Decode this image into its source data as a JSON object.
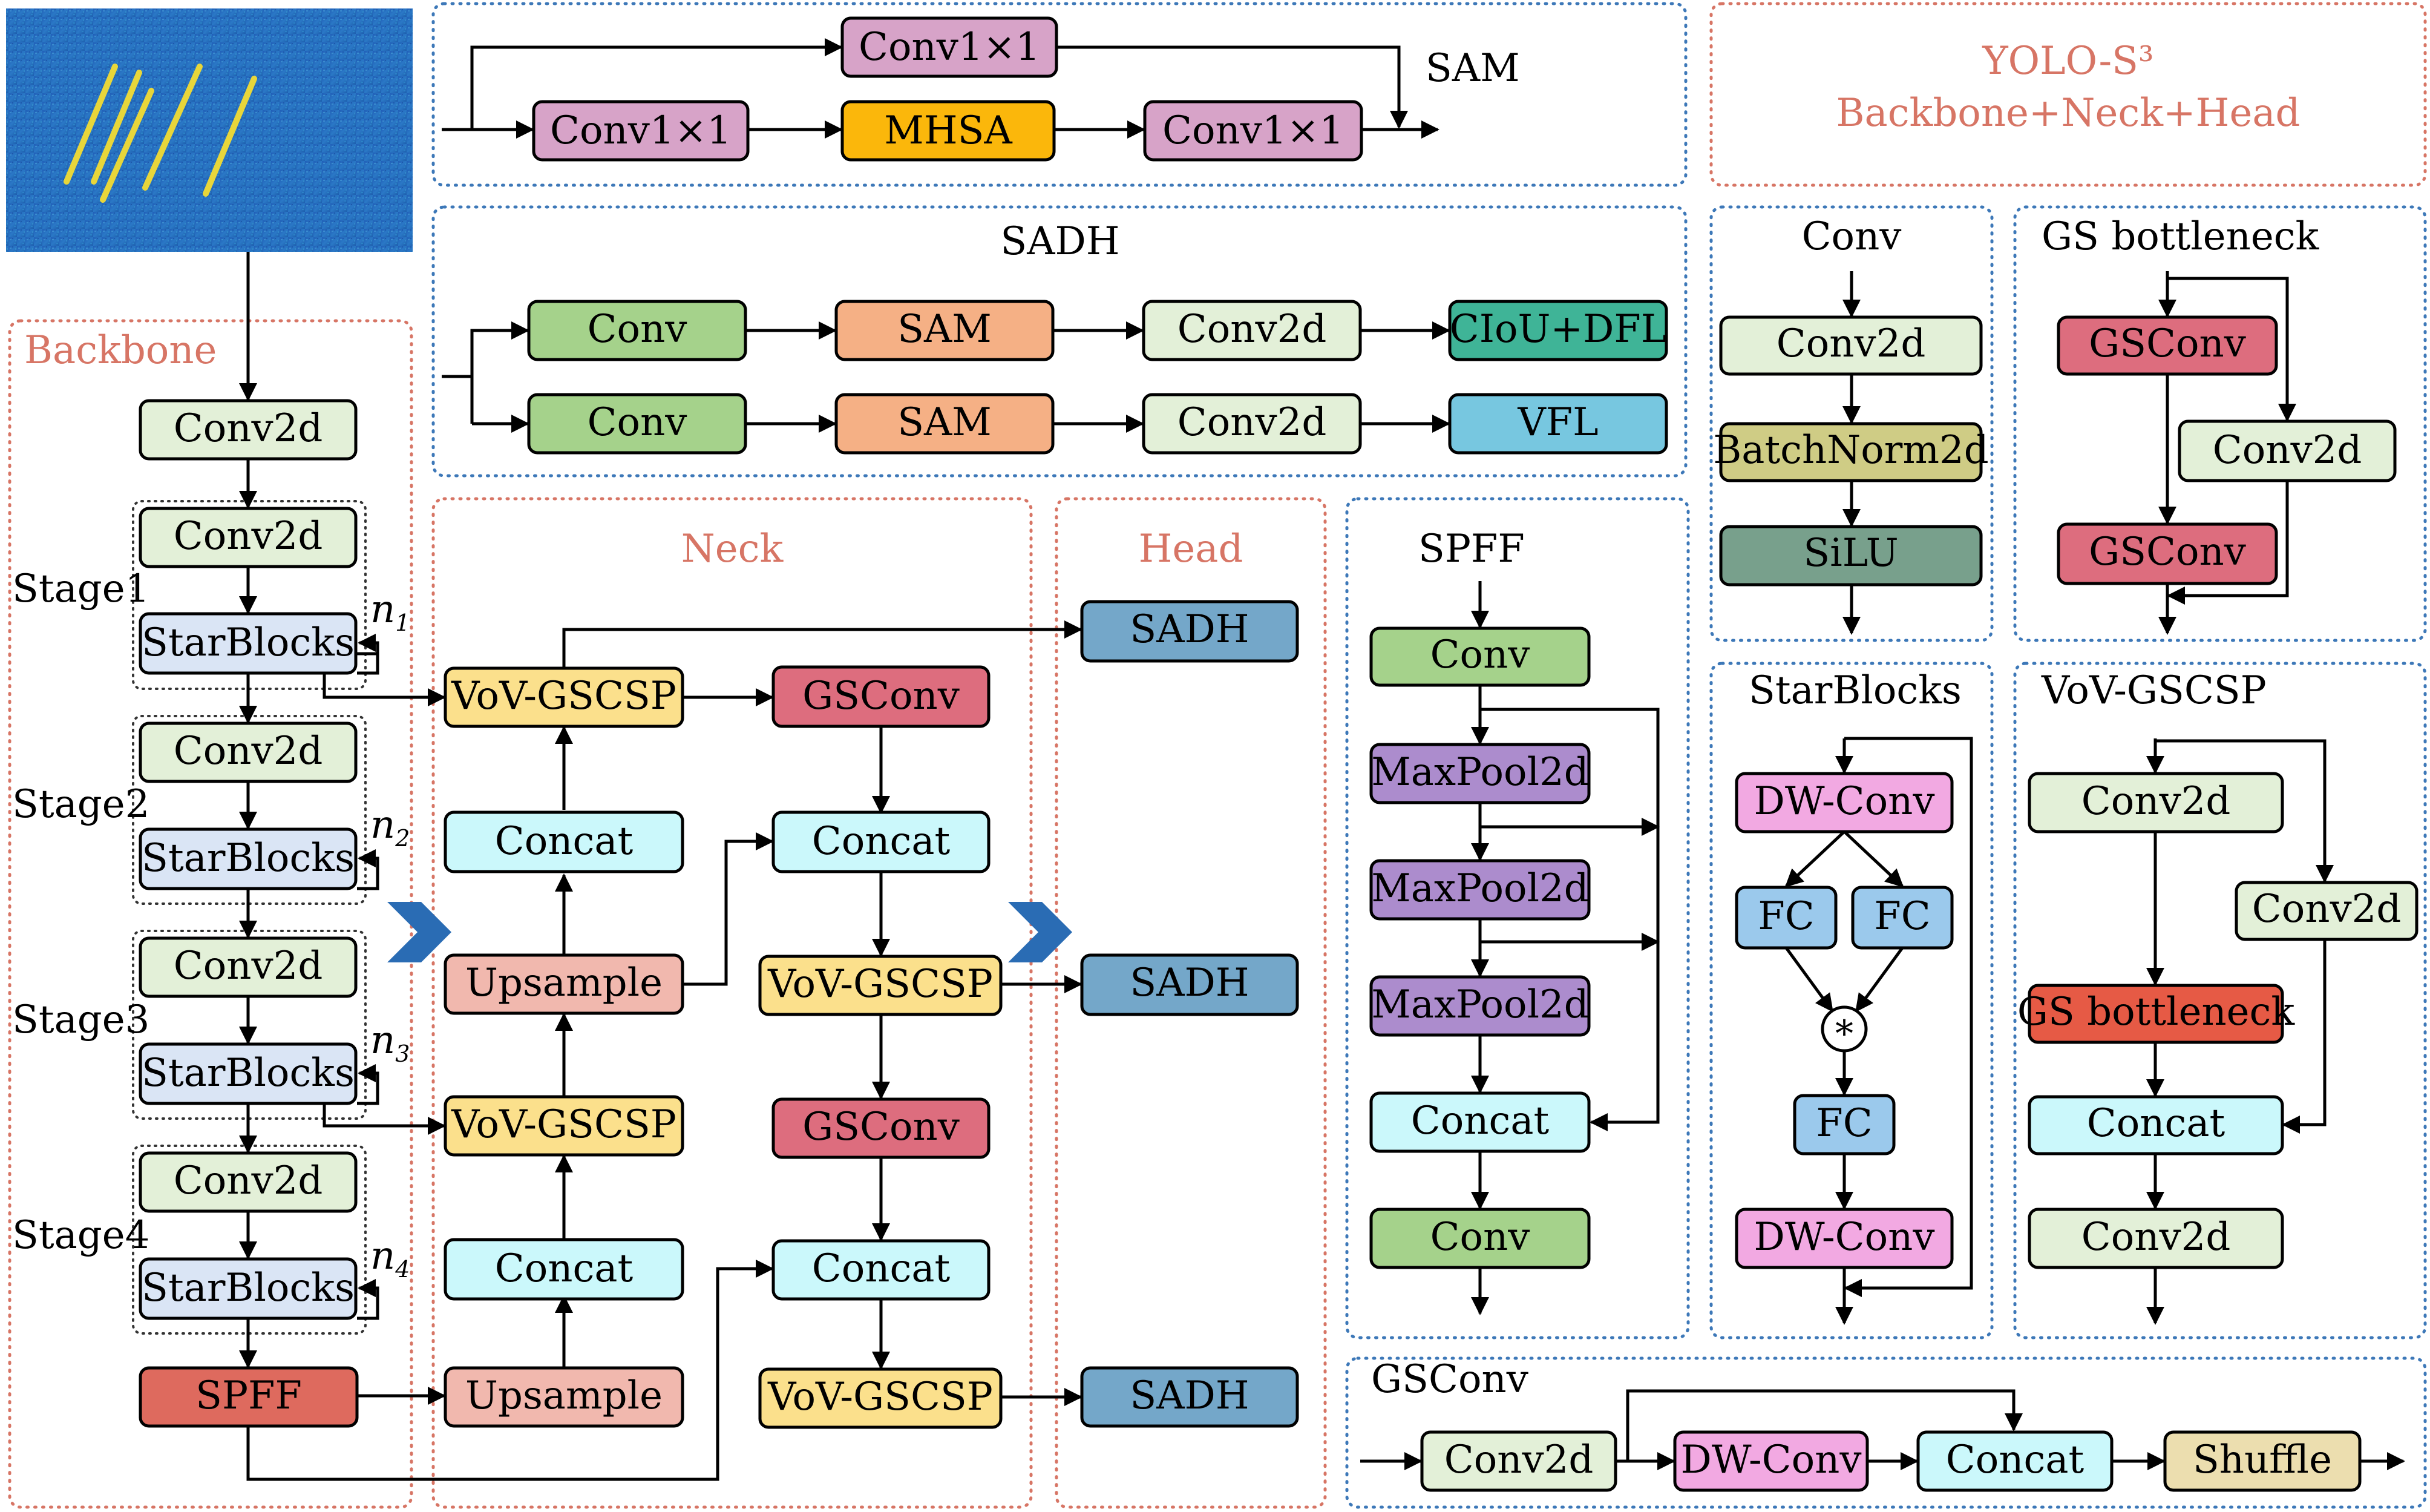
{
  "colors": {
    "conv": "#a5d28b",
    "sam": "#f5b085",
    "conv2d_light": "#e3f0d8",
    "ciou": "#3fb497",
    "vfl": "#77c7e0",
    "conv1x1": "#d7a3c8",
    "mhsa": "#fbb70b",
    "starblocks": "#dae5f5",
    "spff_box": "#de6a5e",
    "vov": "#fbe08c",
    "concat": "#cbf8fb",
    "upsample": "#f1b8ae",
    "gsconv": "#dd6d7e",
    "sadh": "#74a7c9",
    "maxpool": "#ac8ccd",
    "batchnorm": "#cfcc85",
    "silu": "#78a08c",
    "dwconv": "#f2a9e2",
    "fc": "#9bc9ec",
    "gs_bottleneck": "#e65a45",
    "shuffle": "#ecdeaf",
    "region_red": "#d77565",
    "region_blue": "#3d78b8",
    "chevron": "#2a6cb4"
  },
  "titles": {
    "yolo_line1": "YOLO-S³",
    "yolo_line2": "Backbone+Neck+Head",
    "sam": "SAM",
    "sadh": "SADH",
    "backbone": "Backbone",
    "neck": "Neck",
    "head": "Head",
    "spff": "SPFF",
    "conv": "Conv",
    "gs_bottleneck": "GS bottleneck",
    "starblocks": "StarBlocks",
    "vov_gscsp": "VoV-GSCSP",
    "gsconv": "GSConv"
  },
  "sam_module": {
    "conv1x1_top": "Conv1×1",
    "conv1x1_left": "Conv1×1",
    "mhsa": "MHSA",
    "conv1x1_right": "Conv1×1"
  },
  "sadh_module": {
    "row1": [
      "Conv",
      "SAM",
      "Conv2d",
      "CIoU+DFL"
    ],
    "row2": [
      "Conv",
      "SAM",
      "Conv2d",
      "VFL"
    ]
  },
  "backbone": {
    "stem": "Conv2d",
    "stages": [
      {
        "label": "Stage1",
        "conv": "Conv2d",
        "block": "StarBlocks",
        "n": "n",
        "n_sub": "1"
      },
      {
        "label": "Stage2",
        "conv": "Conv2d",
        "block": "StarBlocks",
        "n": "n",
        "n_sub": "2"
      },
      {
        "label": "Stage3",
        "conv": "Conv2d",
        "block": "StarBlocks",
        "n": "n",
        "n_sub": "3"
      },
      {
        "label": "Stage4",
        "conv": "Conv2d",
        "block": "StarBlocks",
        "n": "n",
        "n_sub": "4"
      }
    ],
    "spff": "SPFF"
  },
  "neck": {
    "vov_top": "VoV-GSCSP",
    "concat1": "Concat",
    "upsample1": "Upsample",
    "vov_mid": "VoV-GSCSP",
    "concat2": "Concat",
    "upsample2": "Upsample",
    "gsconv1": "GSConv",
    "concat3": "Concat",
    "vov_r1": "VoV-GSCSP",
    "gsconv2": "GSConv",
    "concat4": "Concat",
    "vov_r2": "VoV-GSCSP"
  },
  "head": {
    "sadh1": "SADH",
    "sadh2": "SADH",
    "sadh3": "SADH"
  },
  "spff_module": {
    "conv_top": "Conv",
    "maxpool1": "MaxPool2d",
    "maxpool2": "MaxPool2d",
    "maxpool3": "MaxPool2d",
    "concat": "Concat",
    "conv_bottom": "Conv"
  },
  "conv_module": {
    "conv2d": "Conv2d",
    "batchnorm": "BatchNorm2d",
    "silu": "SiLU"
  },
  "gs_bottleneck_module": {
    "gsconv_top": "GSConv",
    "conv2d": "Conv2d",
    "gsconv_bottom": "GSConv"
  },
  "starblocks_module": {
    "dwconv_top": "DW-Conv",
    "fc_left": "FC",
    "fc_right": "FC",
    "multiply": "*",
    "fc_bottom": "FC",
    "dwconv_bottom": "DW-Conv"
  },
  "vov_module": {
    "conv2d_top": "Conv2d",
    "conv2d_side": "Conv2d",
    "gs_bottleneck": "GS bottleneck",
    "concat": "Concat",
    "conv2d_bottom": "Conv2d"
  },
  "gsconv_module": {
    "conv2d": "Conv2d",
    "dwconv": "DW-Conv",
    "concat": "Concat",
    "shuffle": "Shuffle"
  }
}
